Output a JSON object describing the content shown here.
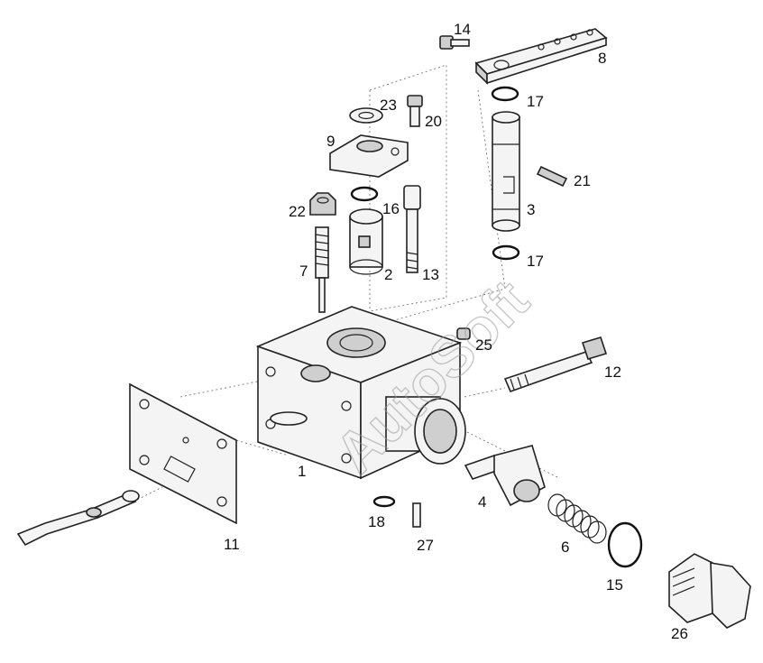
{
  "watermark": "AutoSoft",
  "callouts": {
    "c1": "1",
    "c2": "2",
    "c3": "3",
    "c4": "4",
    "c6": "6",
    "c7": "7",
    "c8": "8",
    "c9": "9",
    "c11": "11",
    "c12": "12",
    "c13": "13",
    "c14": "14",
    "c15": "15",
    "c16": "16",
    "c17a": "17",
    "c17b": "17",
    "c18": "18",
    "c20": "20",
    "c21": "21",
    "c22": "22",
    "c23": "23",
    "c25": "25",
    "c26": "26",
    "c27": "27"
  }
}
